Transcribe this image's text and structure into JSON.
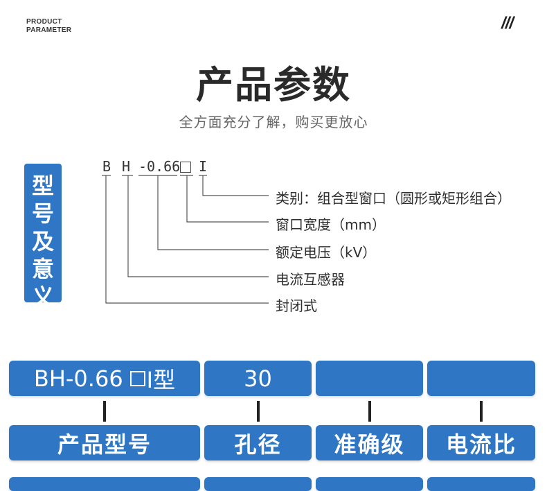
{
  "header": {
    "tag_line1": "PRODUCT",
    "tag_line2": "PARAMETER",
    "slash": "///"
  },
  "title": "产品参数",
  "subtitle": "全方面充分了解，购买更放心",
  "side_tab": [
    "型",
    "号",
    "及",
    "意",
    "义"
  ],
  "model_code": {
    "chars": [
      "B",
      "H",
      "-0.66",
      "I"
    ]
  },
  "meanings": [
    "类别：组合型窗口（圆形或矩形组合）",
    "窗口宽度（mm）",
    "额定电压（kV）",
    "电流互感器",
    "封闭式"
  ],
  "table": {
    "values": {
      "model_prefix": "BH-0.66",
      "model_suffix": "I型",
      "hole": "30",
      "accuracy": "",
      "ratio": ""
    },
    "headers": [
      "产品型号",
      "孔径",
      "准确级",
      "电流比"
    ]
  },
  "colors": {
    "accent": "#2f77c4",
    "line": "#555555"
  }
}
